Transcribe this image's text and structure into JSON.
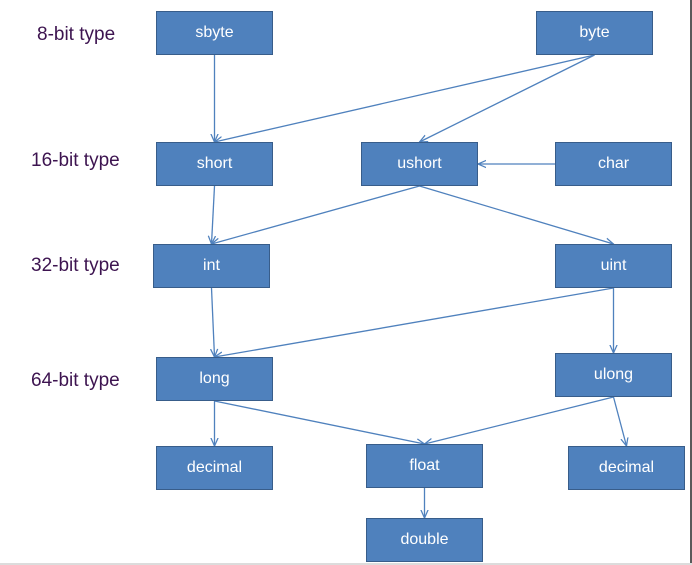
{
  "levels": {
    "l8": "8-bit type",
    "l16": "16-bit type",
    "l32": "32-bit type",
    "l64": "64-bit type"
  },
  "nodes": {
    "sbyte": "sbyte",
    "byte": "byte",
    "short": "short",
    "ushort": "ushort",
    "char": "char",
    "int": "int",
    "uint": "uint",
    "long": "long",
    "ulong": "ulong",
    "decimal_left": "decimal",
    "float": "float",
    "decimal_right": "decimal",
    "double": "double"
  },
  "edges": [
    {
      "from": "sbyte",
      "to": "short"
    },
    {
      "from": "byte",
      "to": "short"
    },
    {
      "from": "byte",
      "to": "ushort"
    },
    {
      "from": "char",
      "to": "ushort"
    },
    {
      "from": "short",
      "to": "int"
    },
    {
      "from": "ushort",
      "to": "int"
    },
    {
      "from": "ushort",
      "to": "uint"
    },
    {
      "from": "int",
      "to": "long"
    },
    {
      "from": "uint",
      "to": "long"
    },
    {
      "from": "uint",
      "to": "ulong"
    },
    {
      "from": "long",
      "to": "decimal_left"
    },
    {
      "from": "long",
      "to": "float"
    },
    {
      "from": "ulong",
      "to": "float"
    },
    {
      "from": "ulong",
      "to": "decimal_right"
    },
    {
      "from": "float",
      "to": "double"
    }
  ],
  "colors": {
    "node_fill": "#4f81bd",
    "node_border": "#385d8a",
    "node_text": "#ffffff",
    "edge": "#4f81bd",
    "label_text": "#3d1450"
  }
}
